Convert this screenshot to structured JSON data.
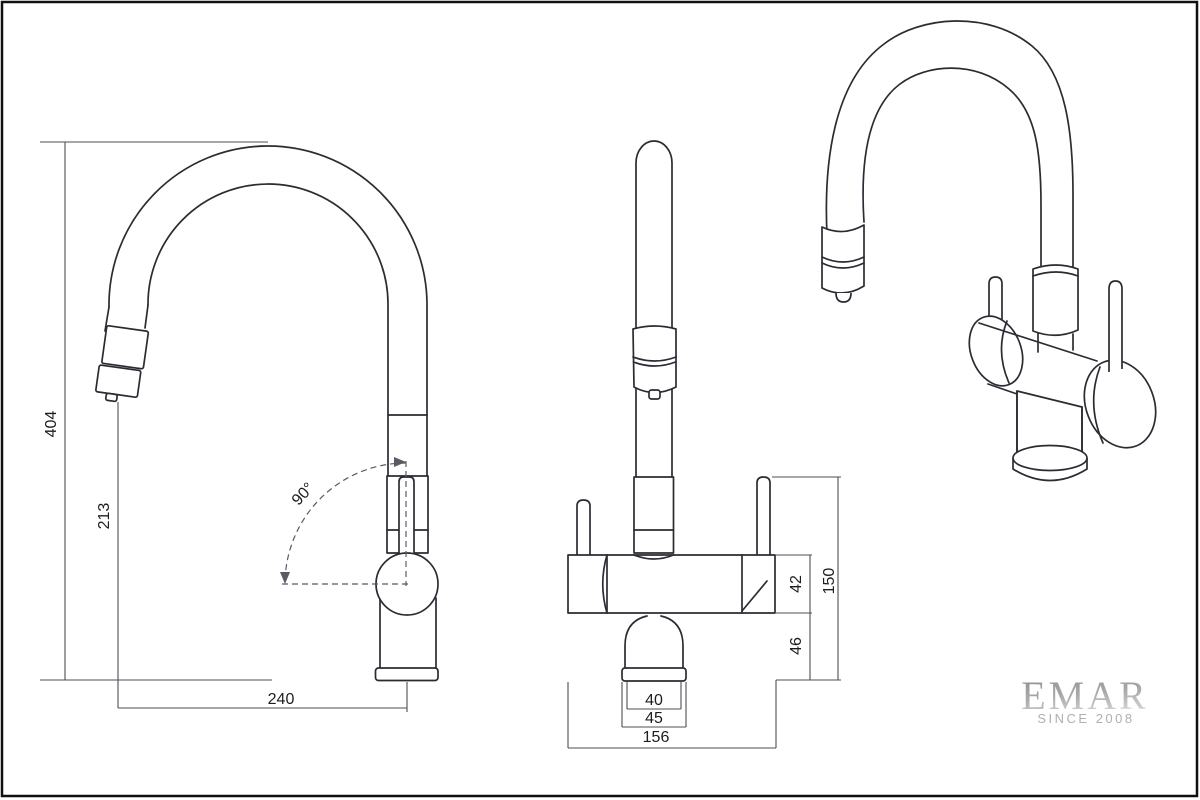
{
  "side_view": {
    "dim_total_height": "404",
    "dim_spout_height": "213",
    "dim_reach": "240",
    "dim_swivel_angle": "90°"
  },
  "front_view": {
    "dim_body_height": "42",
    "dim_counter_gap": "46",
    "dim_handle_height": "150",
    "dim_shank_width": "40",
    "dim_base_width": "45",
    "dim_overall_width": "156"
  },
  "logo": {
    "brand": "EMAR",
    "tagline": "SINCE 2008"
  },
  "colors": {
    "background": "#ffffff",
    "line": "#2b2b33",
    "dim": "#4e4e57",
    "dash": "#5a5a63",
    "text": "#1d1d1f",
    "frame": "#101010",
    "logo_top": "#8c8c8c",
    "logo_mid": "#a9a9a9",
    "logo_bottom": "#d6d6d6",
    "tagline": "#b0b0b3"
  }
}
